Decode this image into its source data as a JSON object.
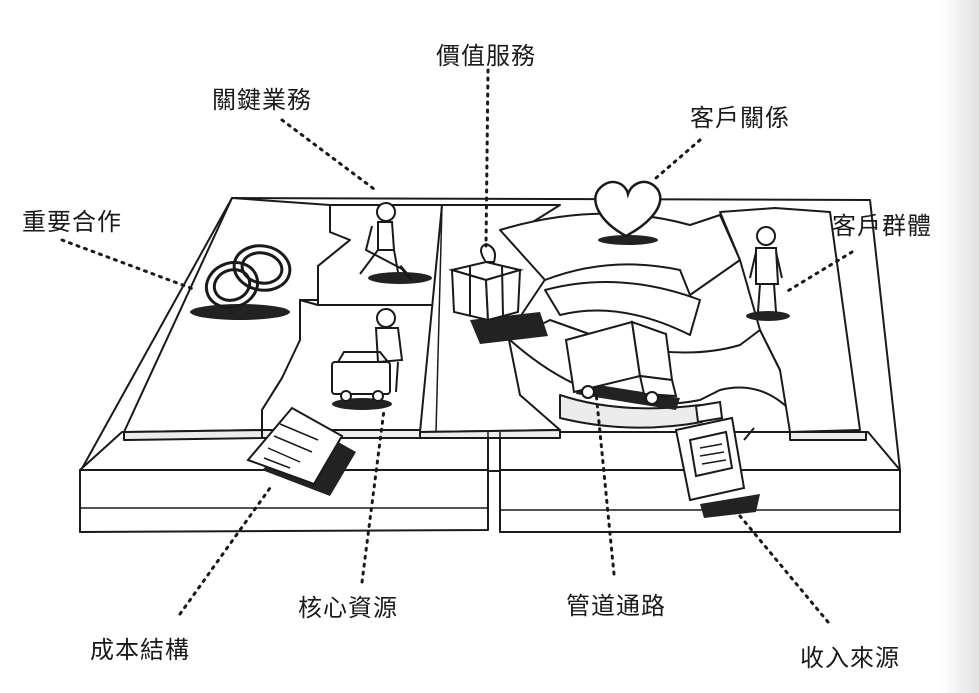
{
  "labels": {
    "key_partners": "重要合作",
    "key_activities": "關鍵業務",
    "value_propositions": "價值服務",
    "customer_relationships": "客戶關係",
    "customer_segments": "客戶群體",
    "key_resources": "核心資源",
    "channels": "管道通路",
    "cost_structure": "成本結構",
    "revenue_streams": "收入來源"
  },
  "colors": {
    "ink": "#1a1a1a",
    "board": "#ffffff",
    "board_side": "#e6e6e6",
    "shadow": "#222222"
  },
  "icons": [
    "rings-icon",
    "worker-digging-icon",
    "worker-forklift-icon",
    "gift-box-icon",
    "heart-icon",
    "person-standing-icon",
    "delivery-truck-icon",
    "cash-register-icon",
    "document-icon"
  ]
}
